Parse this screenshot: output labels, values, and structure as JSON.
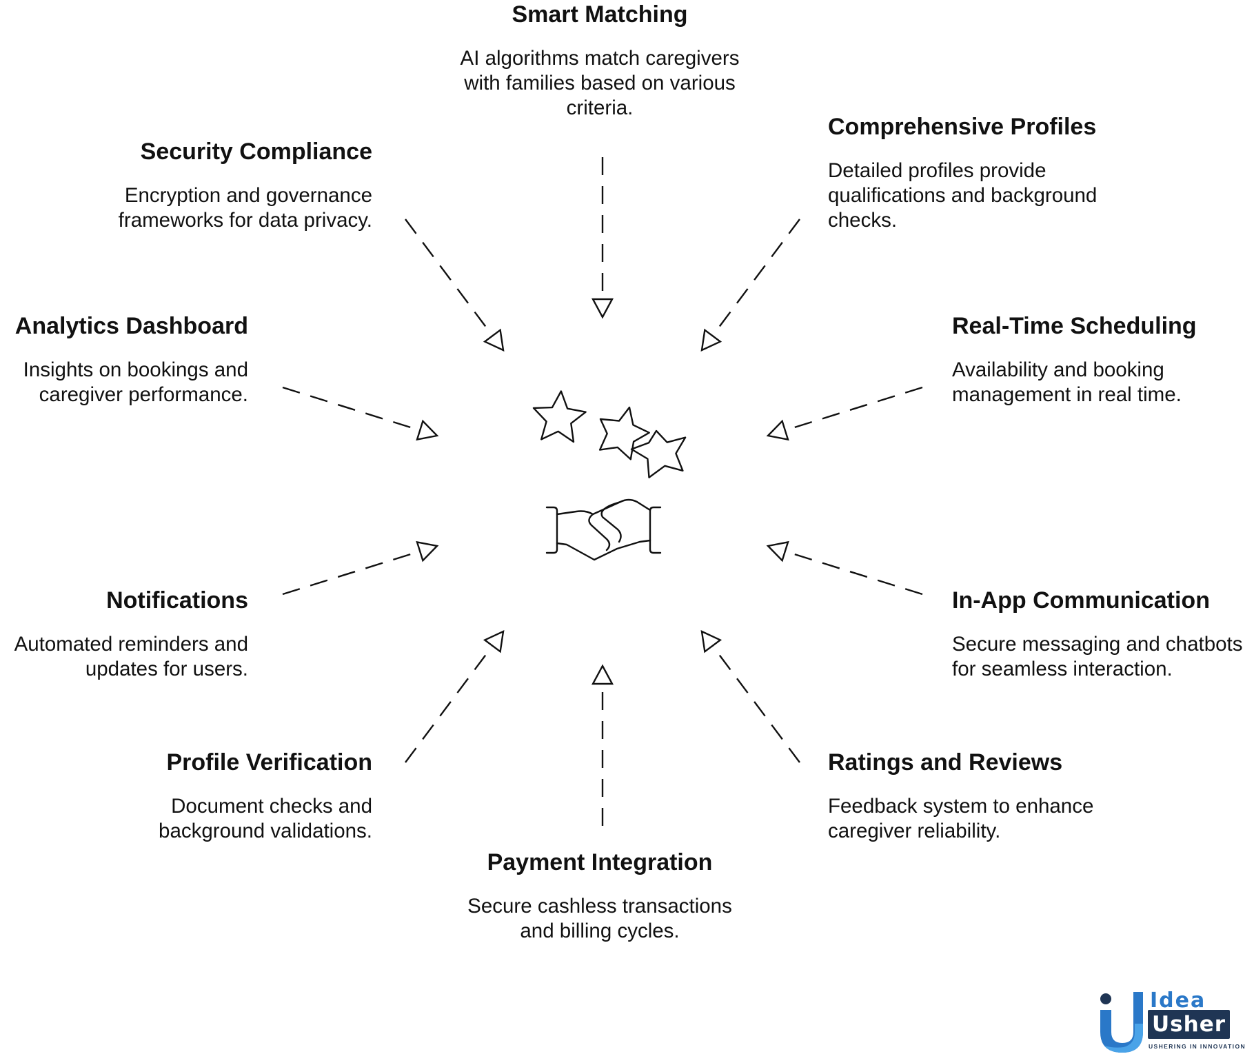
{
  "features": {
    "smart_matching": {
      "title": "Smart Matching",
      "description": "AI algorithms match caregivers with families based on various criteria."
    },
    "comprehensive_profiles": {
      "title": "Comprehensive Profiles",
      "description": "Detailed profiles provide qualifications and background checks."
    },
    "real_time_scheduling": {
      "title": "Real-Time Scheduling",
      "description": "Availability and booking management in real time."
    },
    "in_app_communication": {
      "title": "In-App Communication",
      "description": "Secure messaging and chatbots for seamless interaction."
    },
    "ratings_and_reviews": {
      "title": "Ratings and Reviews",
      "description": "Feedback system to enhance caregiver reliability."
    },
    "payment_integration": {
      "title": "Payment Integration",
      "description": "Secure cashless transactions and billing cycles."
    },
    "profile_verification": {
      "title": "Profile Verification",
      "description": "Document checks and background validations."
    },
    "notifications": {
      "title": "Notifications",
      "description": "Automated reminders and updates for users."
    },
    "analytics_dashboard": {
      "title": "Analytics Dashboard",
      "description": "Insights on bookings and caregiver performance."
    },
    "security_compliance": {
      "title": "Security Compliance",
      "description": "Encryption and governance frameworks for data privacy."
    }
  },
  "center_icons": [
    "star-icon",
    "star-icon",
    "star-icon",
    "handshake-icon"
  ],
  "logo": {
    "word_top": "Idea",
    "word_bottom": "Usher",
    "tagline": "USHERING IN INNOVATION"
  },
  "colors": {
    "text": "#111111",
    "stroke": "#111111",
    "logo_blue": "#2a78c8",
    "logo_dark": "#1f3554",
    "logo_light_blue": "#4aa3e8"
  }
}
